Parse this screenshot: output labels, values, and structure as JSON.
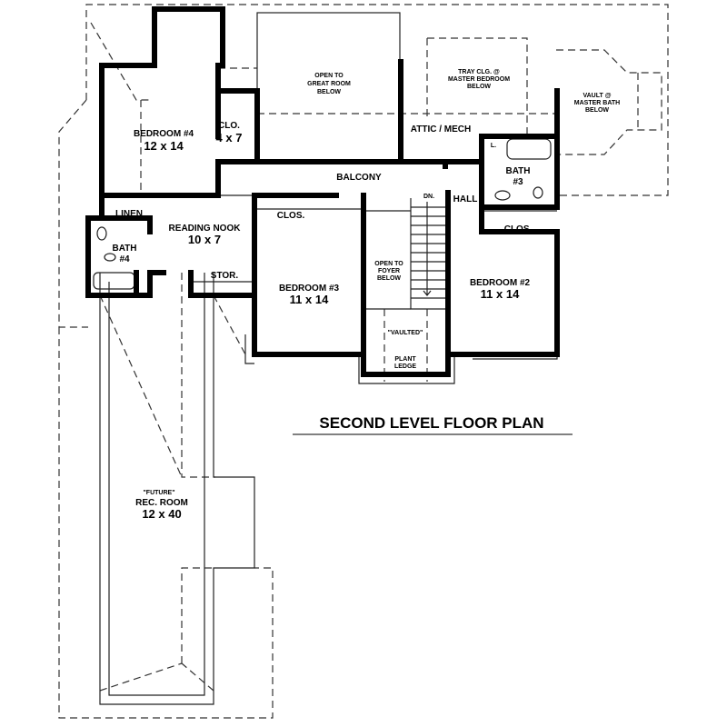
{
  "plan": {
    "title": "SECOND LEVEL FLOOR PLAN",
    "rooms": {
      "bedroom4": {
        "name": "BEDROOM #4",
        "size": "12 x 14"
      },
      "clo": {
        "name": "CLO.",
        "size": "4 x 7"
      },
      "great_room": [
        "OPEN TO",
        "GREAT ROOM",
        "BELOW"
      ],
      "tray": [
        "TRAY CLG. @",
        "MASTER BEDROOM",
        "BELOW"
      ],
      "vault": [
        "VAULT @",
        "MASTER BATH",
        "BELOW"
      ],
      "attic": "ATTIC / MECH",
      "balcony": "BALCONY",
      "hall": "HALL",
      "laundry": "L.",
      "bath3": [
        "BATH",
        "#3"
      ],
      "dn": "DN.",
      "clos3": "CLOS.",
      "clos2": "CLOS.",
      "linen": "LINEN",
      "reading_nook": {
        "name": "READING NOOK",
        "size": "10 x 7"
      },
      "bath4": [
        "BATH",
        "#4"
      ],
      "stor": "STOR.",
      "bedroom3": {
        "name": "BEDROOM #3",
        "size": "11 x 14"
      },
      "foyer": [
        "OPEN TO",
        "FOYER",
        "BELOW"
      ],
      "bedroom2": {
        "name": "BEDROOM #2",
        "size": "11 x 14"
      },
      "vaulted": "\"VAULTED\"",
      "plant_ledge": [
        "PLANT",
        "LEDGE"
      ],
      "rec_room": {
        "note": "\"FUTURE\"",
        "name": "REC. ROOM",
        "size": "12 x 40"
      }
    }
  }
}
